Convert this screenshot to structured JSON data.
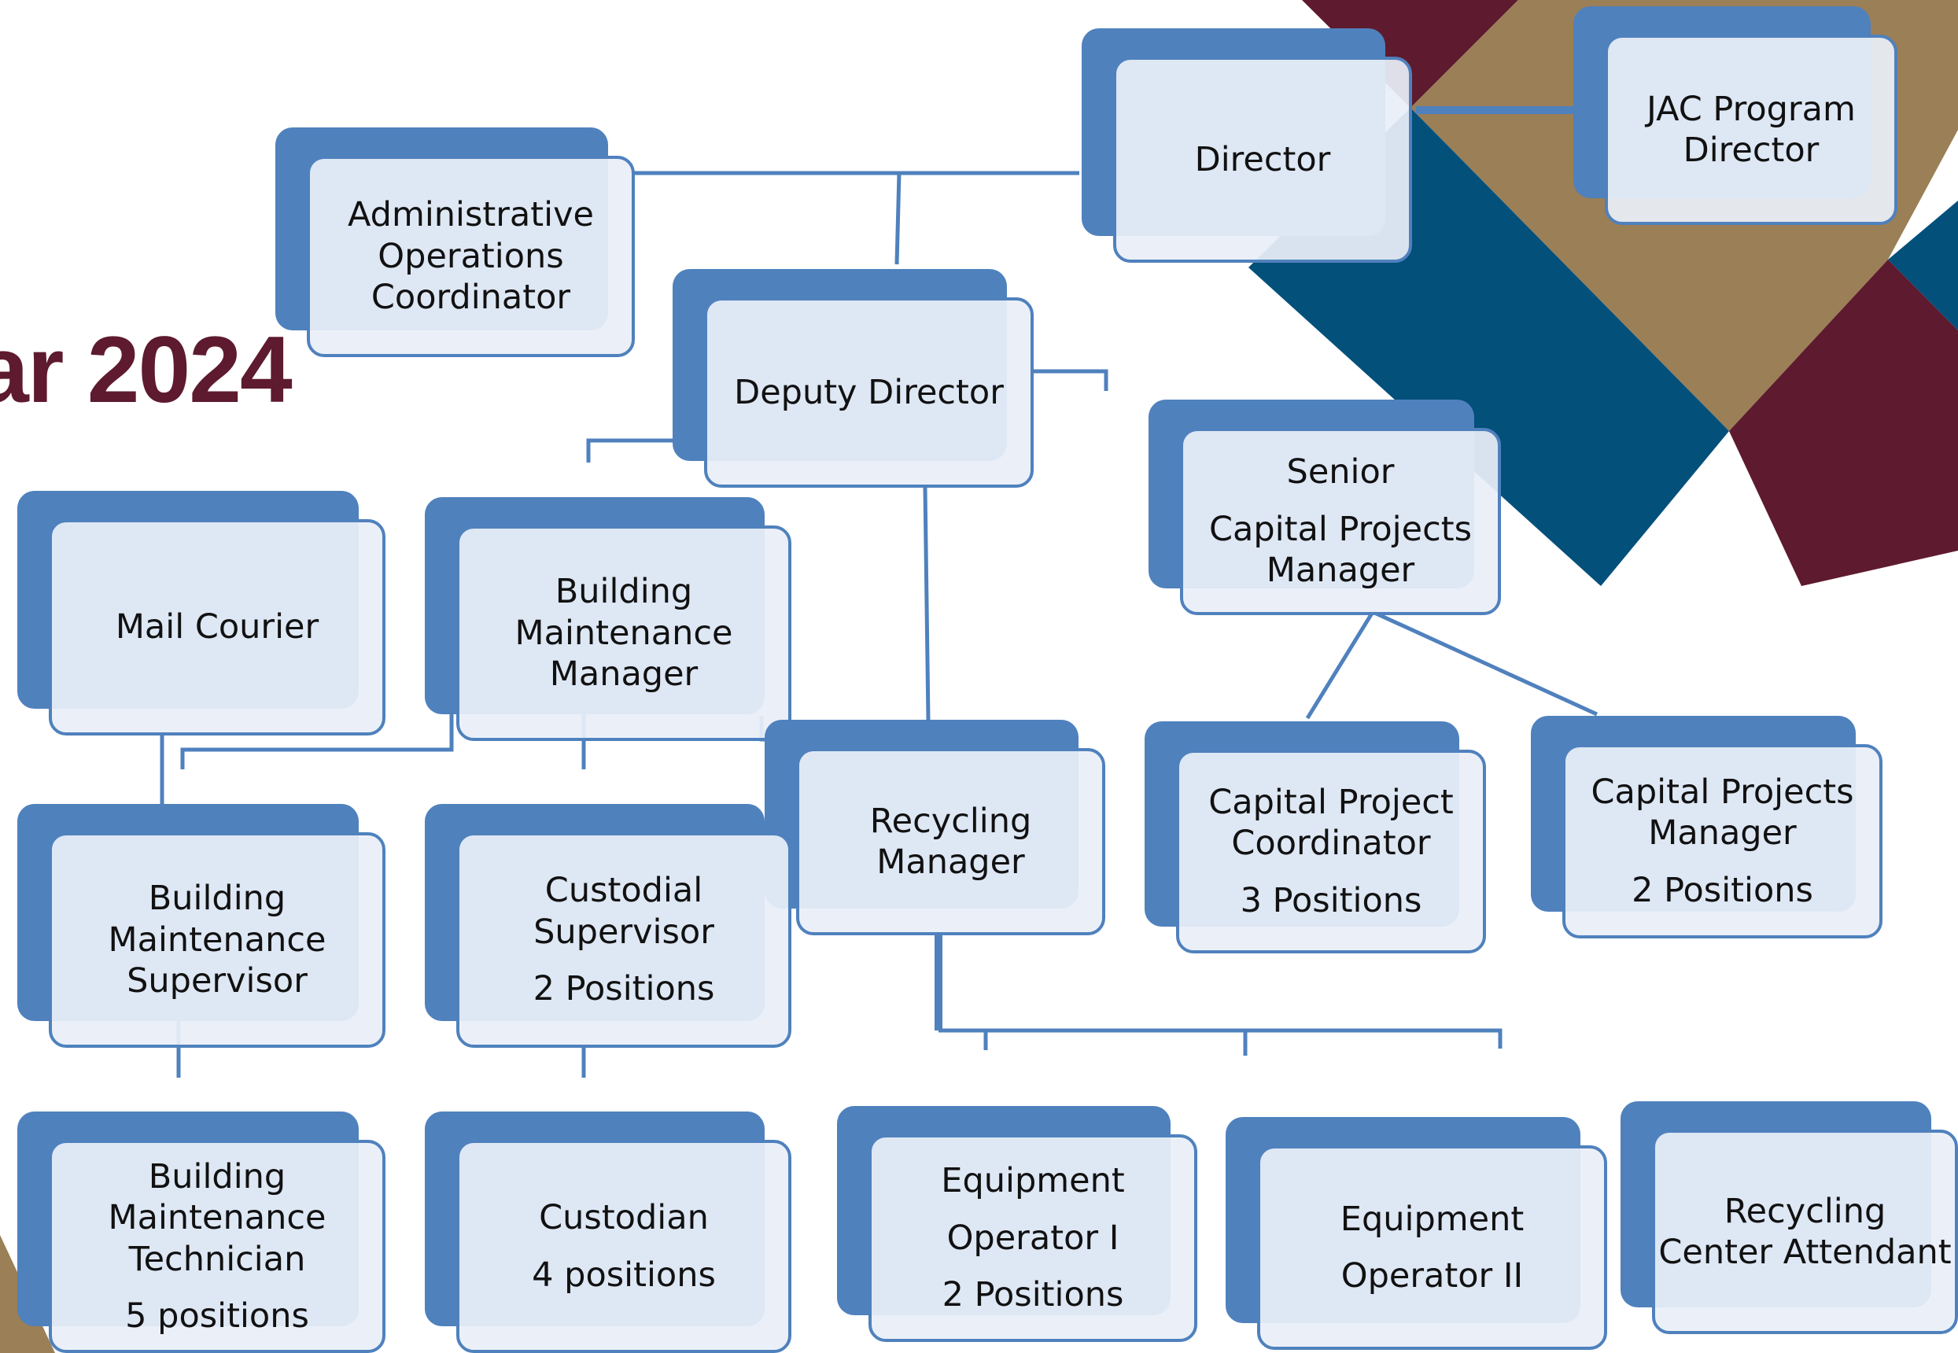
{
  "colors": {
    "shadow": "#4f81bd",
    "border": "#4f81bd",
    "card_fill": "#e9eff8",
    "connector": "#4f81bd",
    "title": "#5e1a2e",
    "deco_navy": "#03507b",
    "deco_tan": "#9b7f56",
    "deco_maroon": "#5e1a2e"
  },
  "title_fragment": "ar 2024",
  "nodes": {
    "director": {
      "lines": [
        "Director"
      ]
    },
    "jac_program_director": {
      "lines": [
        "JAC Program",
        "Director"
      ]
    },
    "administrative_operations_coordinator": {
      "lines": [
        "Administrative",
        "Operations",
        "Coordinator"
      ]
    },
    "deputy_director": {
      "lines": [
        "Deputy Director"
      ]
    },
    "senior_capital_projects_manager": {
      "lines": [
        "Senior",
        "Capital Projects",
        "Manager"
      ]
    },
    "mail_courier": {
      "lines": [
        "Mail Courier"
      ]
    },
    "building_maintenance_manager": {
      "lines": [
        "Building",
        "Maintenance",
        "Manager"
      ]
    },
    "recycling_manager": {
      "lines": [
        "Recycling",
        "Manager"
      ]
    },
    "capital_project_coordinator": {
      "lines": [
        "Capital Project",
        "Coordinator"
      ],
      "positions": "3 Positions"
    },
    "capital_projects_manager": {
      "lines": [
        "Capital Projects",
        "Manager"
      ],
      "positions": "2 Positions"
    },
    "building_maintenance_supervisor": {
      "lines": [
        "Building",
        "Maintenance",
        "Supervisor"
      ]
    },
    "custodial_supervisor": {
      "lines": [
        "Custodial",
        "Supervisor"
      ],
      "positions": "2 Positions"
    },
    "building_maintenance_technician": {
      "lines": [
        "Building",
        "Maintenance",
        "Technician"
      ],
      "positions": "5 positions"
    },
    "custodian": {
      "lines": [
        "Custodian"
      ],
      "positions": "4 positions"
    },
    "equipment_operator_i": {
      "lines": [
        "Equipment",
        "Operator I"
      ],
      "positions": "2 Positions"
    },
    "equipment_operator_ii": {
      "lines": [
        "Equipment",
        "Operator II"
      ]
    },
    "recycling_center_attendant": {
      "lines": [
        "Recycling",
        "Center Attendant"
      ]
    }
  }
}
